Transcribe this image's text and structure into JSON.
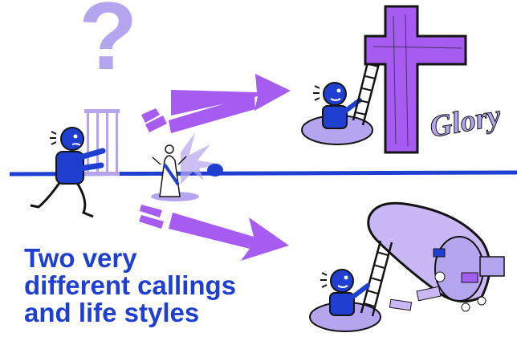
{
  "caption": {
    "lines": [
      "Two very",
      "different callings",
      "and life styles"
    ]
  },
  "glory_text": "Glory",
  "question_mark": "?",
  "colors": {
    "blue": "#1f3fd0",
    "purple": "#a65cf0",
    "lavender": "#b5a4ee",
    "dark": "#141414"
  },
  "icons": [
    "question-mark-icon",
    "prisoner-figure-icon",
    "jesus-resurrection-icon",
    "arrow-up-icon",
    "arrow-down-icon",
    "cross-icon",
    "cornucopia-icon",
    "climber-figure-icon",
    "ladder-icon"
  ]
}
